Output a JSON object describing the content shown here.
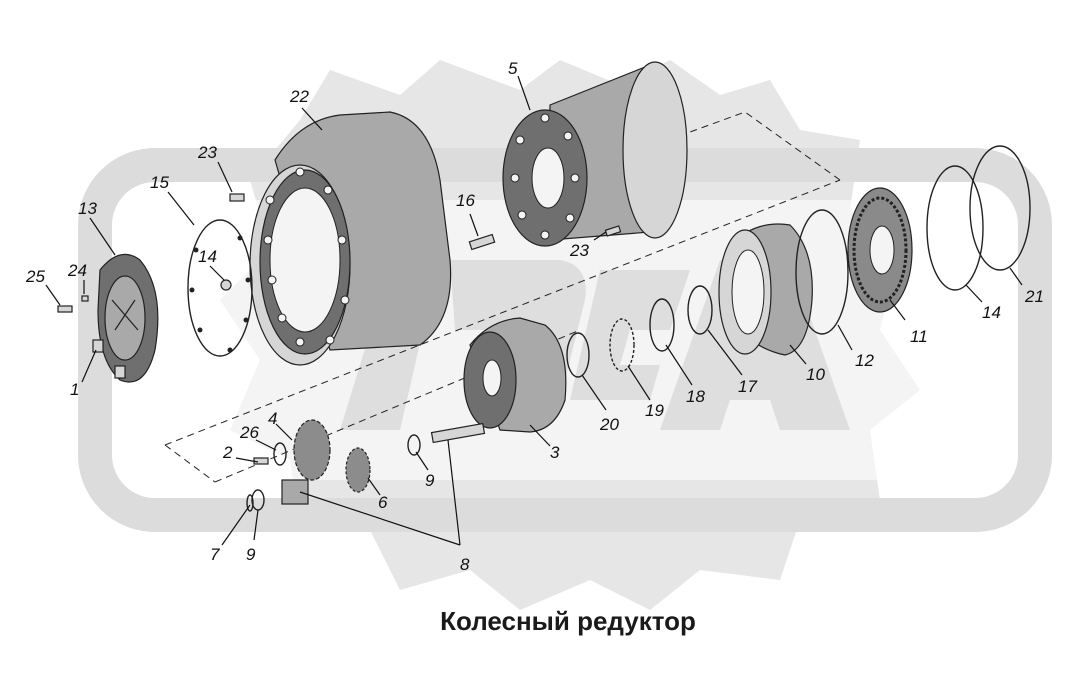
{
  "caption": "Колесный редуктор",
  "watermark": {
    "description": "stylized gear-and-letters logo watermark",
    "color": "#e4e4e4"
  },
  "callouts": [
    {
      "id": "c1",
      "text": "1"
    },
    {
      "id": "c2",
      "text": "2"
    },
    {
      "id": "c3",
      "text": "3"
    },
    {
      "id": "c4",
      "text": "4"
    },
    {
      "id": "c5",
      "text": "5"
    },
    {
      "id": "c6",
      "text": "6"
    },
    {
      "id": "c7",
      "text": "7"
    },
    {
      "id": "c8",
      "text": "8"
    },
    {
      "id": "c9a",
      "text": "9"
    },
    {
      "id": "c9b",
      "text": "9"
    },
    {
      "id": "c10",
      "text": "10"
    },
    {
      "id": "c11",
      "text": "11"
    },
    {
      "id": "c12",
      "text": "12"
    },
    {
      "id": "c13",
      "text": "13"
    },
    {
      "id": "c14a",
      "text": "14"
    },
    {
      "id": "c14b",
      "text": "14"
    },
    {
      "id": "c15",
      "text": "15"
    },
    {
      "id": "c16",
      "text": "16"
    },
    {
      "id": "c17",
      "text": "17"
    },
    {
      "id": "c18",
      "text": "18"
    },
    {
      "id": "c19",
      "text": "19"
    },
    {
      "id": "c20",
      "text": "20"
    },
    {
      "id": "c21",
      "text": "21"
    },
    {
      "id": "c22",
      "text": "22"
    },
    {
      "id": "c23a",
      "text": "23"
    },
    {
      "id": "c23b",
      "text": "23"
    },
    {
      "id": "c24",
      "text": "24"
    },
    {
      "id": "c25",
      "text": "25"
    },
    {
      "id": "c26",
      "text": "26"
    }
  ]
}
